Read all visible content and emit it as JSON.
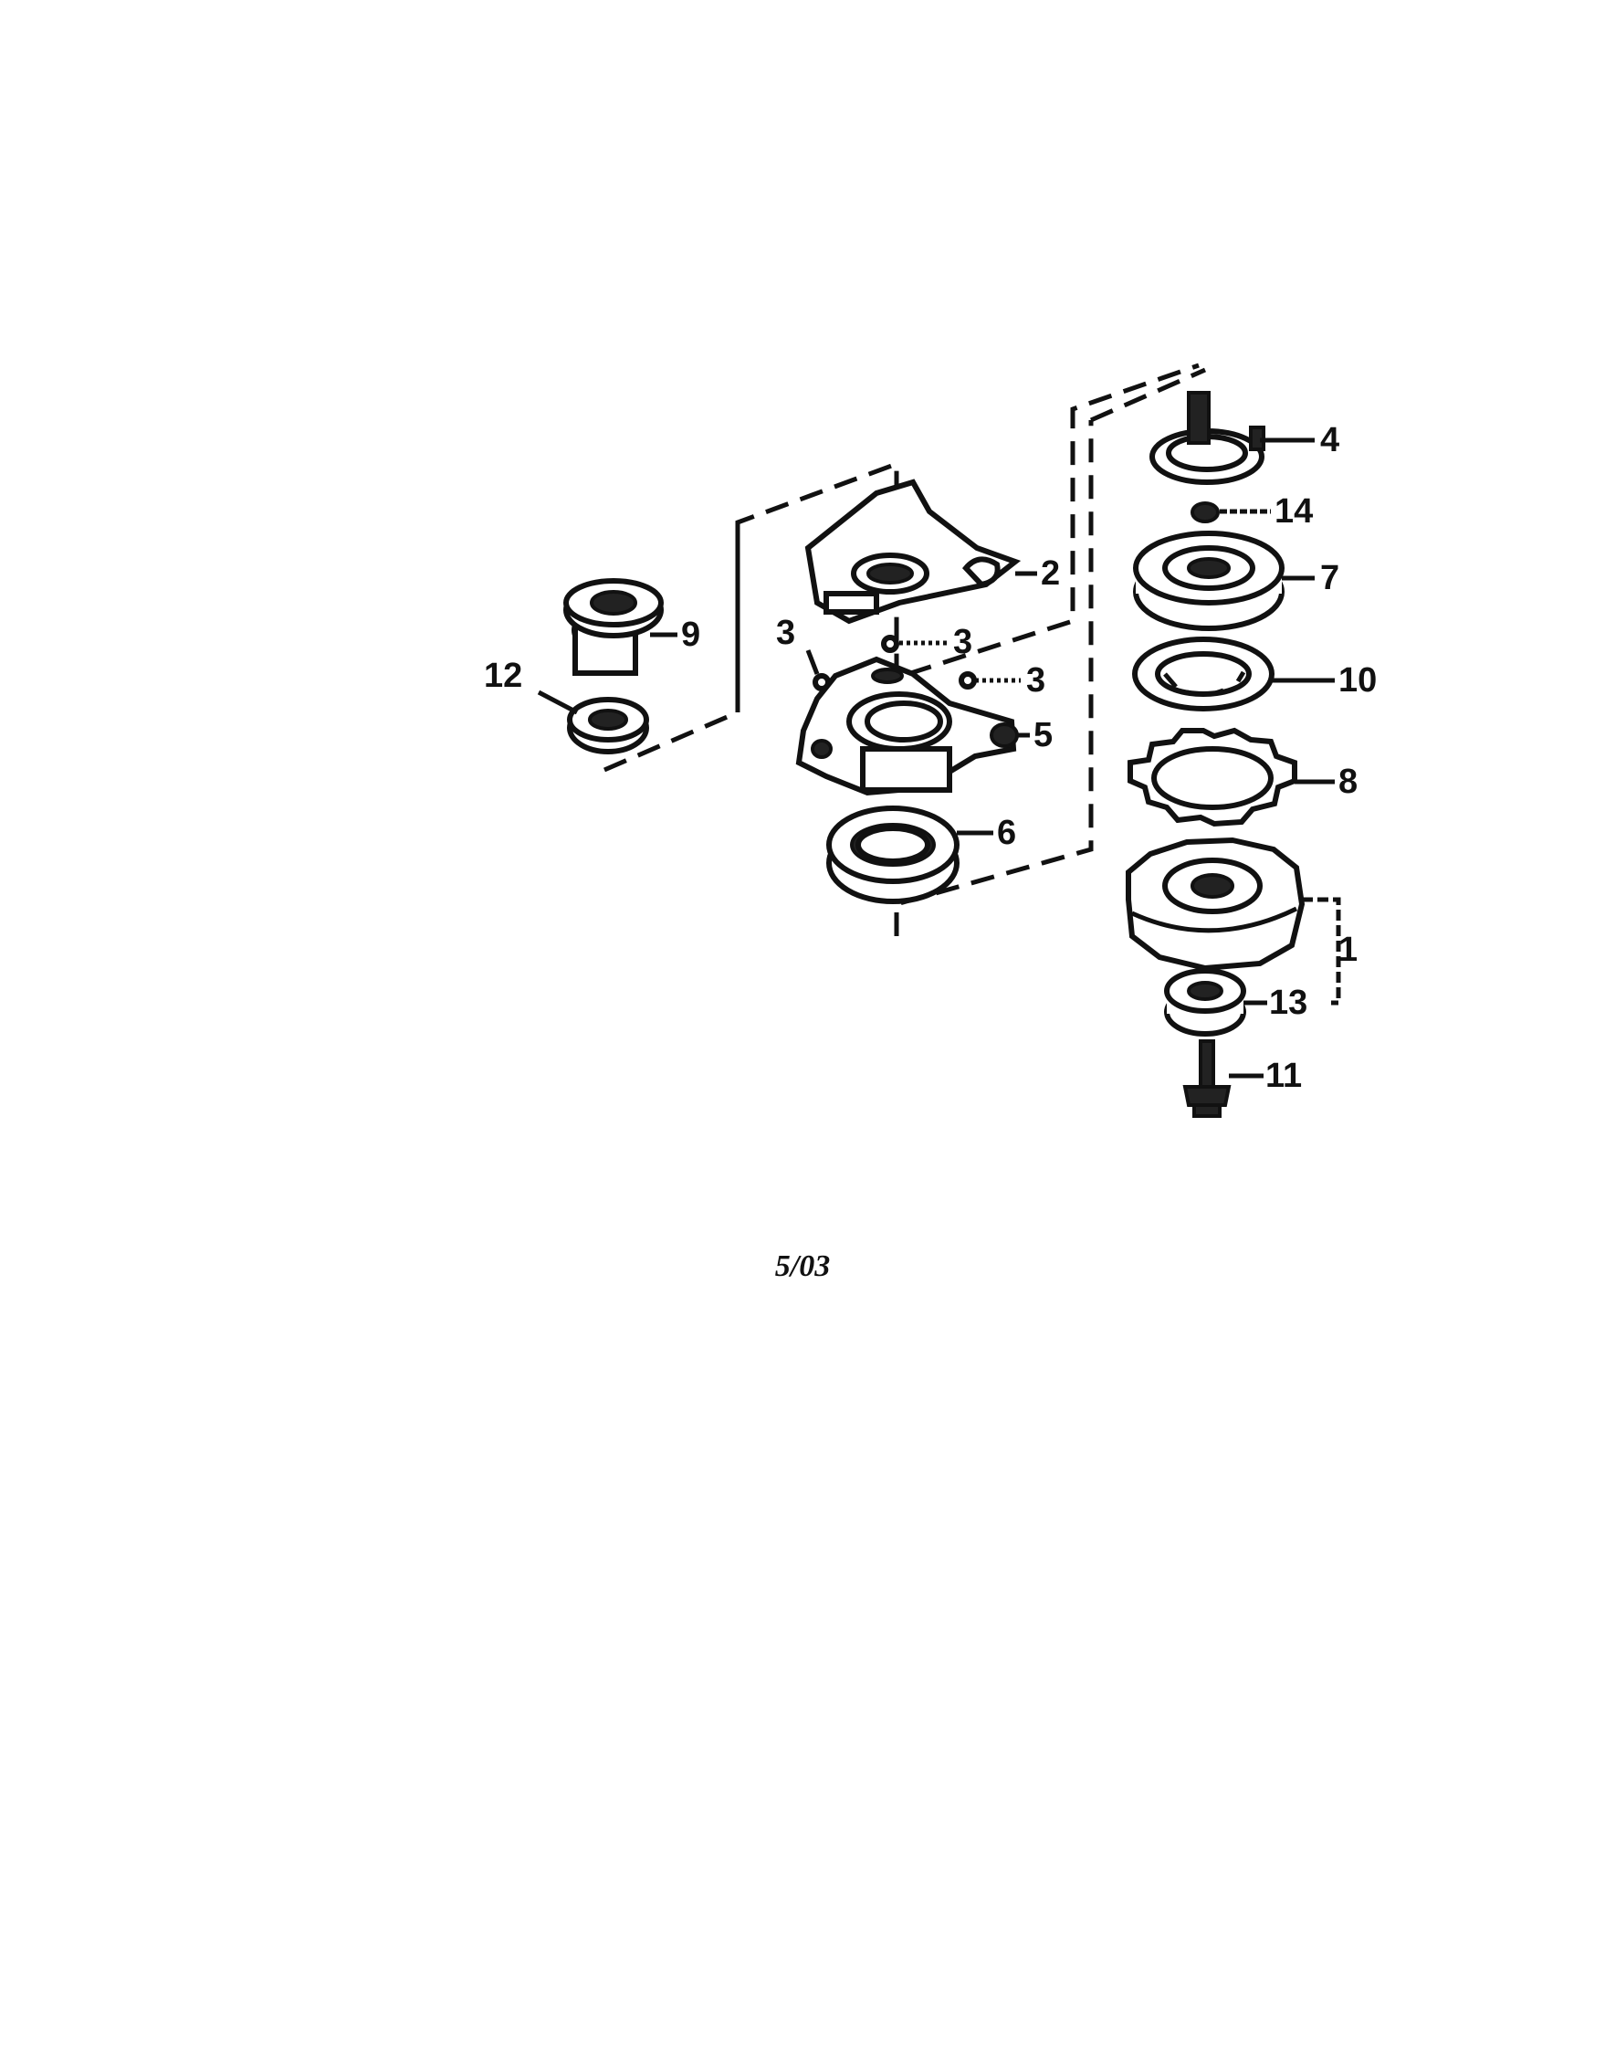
{
  "diagram": {
    "callouts": [
      {
        "id": "c1",
        "label": "1"
      },
      {
        "id": "c2",
        "label": "2"
      },
      {
        "id": "c3a",
        "label": "3"
      },
      {
        "id": "c3b",
        "label": "3"
      },
      {
        "id": "c3c",
        "label": "3"
      },
      {
        "id": "c4",
        "label": "4"
      },
      {
        "id": "c5",
        "label": "5"
      },
      {
        "id": "c6",
        "label": "6"
      },
      {
        "id": "c7",
        "label": "7"
      },
      {
        "id": "c8",
        "label": "8"
      },
      {
        "id": "c9",
        "label": "9"
      },
      {
        "id": "c10",
        "label": "10"
      },
      {
        "id": "c11",
        "label": "11"
      },
      {
        "id": "c12",
        "label": "12"
      },
      {
        "id": "c13",
        "label": "13"
      },
      {
        "id": "c14",
        "label": "14"
      }
    ]
  },
  "footer": {
    "date": "5/03"
  }
}
